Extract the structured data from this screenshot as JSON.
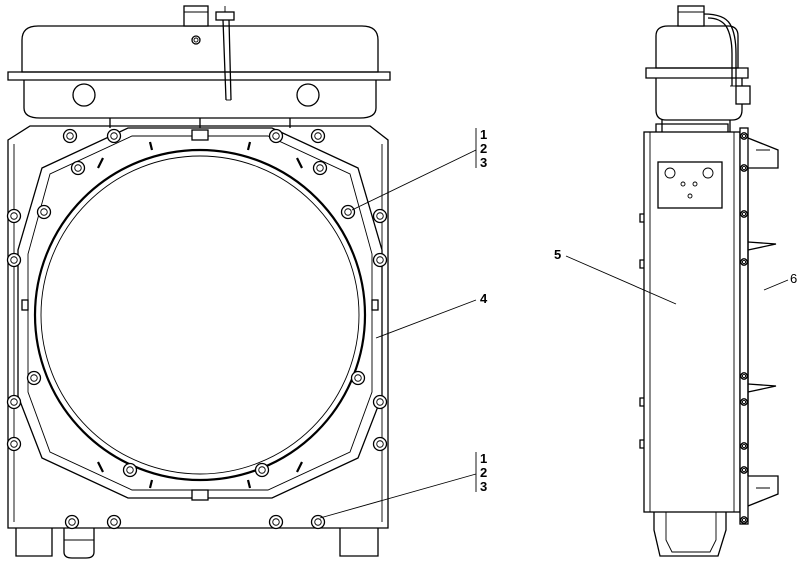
{
  "callouts": {
    "top_stack": [
      "1",
      "2",
      "3"
    ],
    "bottom_stack": [
      "1",
      "2",
      "3"
    ],
    "shroud": "4",
    "core": "5",
    "fan_guard": "6"
  },
  "colors": {
    "line": "#000000",
    "background": "#ffffff"
  }
}
